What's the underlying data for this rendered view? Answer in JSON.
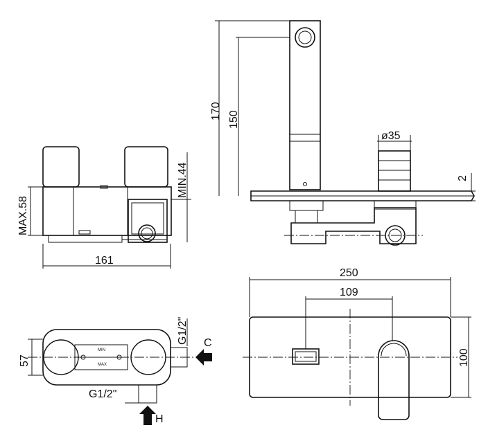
{
  "labels": {
    "d170": "170",
    "d150": "150",
    "d35": "ø35",
    "d2": "2",
    "dmin44": "MIN.44",
    "dmax58": "MAX.58",
    "d161": "161",
    "d250": "250",
    "d109": "109",
    "d100": "100",
    "d57": "57",
    "g12_top": "G1/2\"",
    "g12_bottom": "G1/2\"",
    "arrow_c": "C",
    "arrow_h": "H",
    "body_min": "MIN",
    "body_max": "MAX"
  },
  "colors": {
    "line": "#111111",
    "background": "#ffffff"
  }
}
